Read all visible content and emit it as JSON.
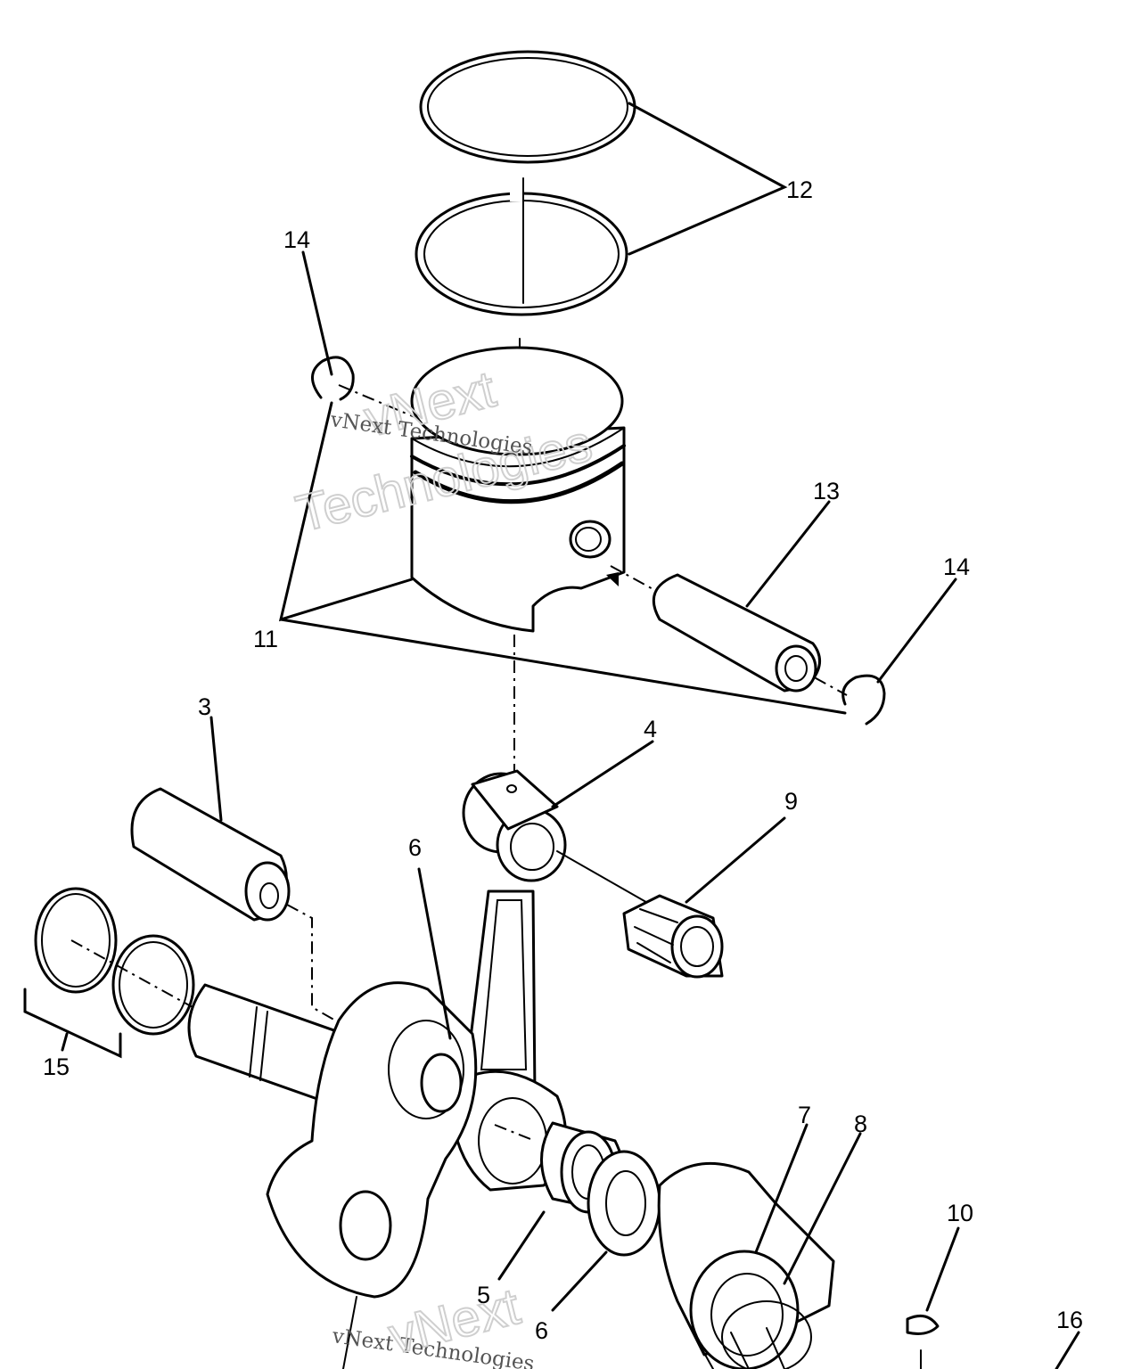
{
  "diagram": {
    "callouts": [
      {
        "id": "c12",
        "label": "12"
      },
      {
        "id": "c14a",
        "label": "14"
      },
      {
        "id": "c13",
        "label": "13"
      },
      {
        "id": "c14b",
        "label": "14"
      },
      {
        "id": "c11",
        "label": "11"
      },
      {
        "id": "c3",
        "label": "3"
      },
      {
        "id": "c4",
        "label": "4"
      },
      {
        "id": "c9",
        "label": "9"
      },
      {
        "id": "c6a",
        "label": "6"
      },
      {
        "id": "c15",
        "label": "15"
      },
      {
        "id": "c7",
        "label": "7"
      },
      {
        "id": "c8",
        "label": "8"
      },
      {
        "id": "c10",
        "label": "10"
      },
      {
        "id": "c5",
        "label": "5"
      },
      {
        "id": "c6b",
        "label": "6"
      },
      {
        "id": "c16",
        "label": "16"
      }
    ],
    "watermarks": {
      "big_line1": "vNext",
      "big_line2": "Technologies",
      "small": "vNext Technologies",
      "small_bottom": "vNext Technologies"
    },
    "colors": {
      "line": "#000000",
      "background": "#ffffff",
      "watermark": "#cfcfcf"
    }
  }
}
